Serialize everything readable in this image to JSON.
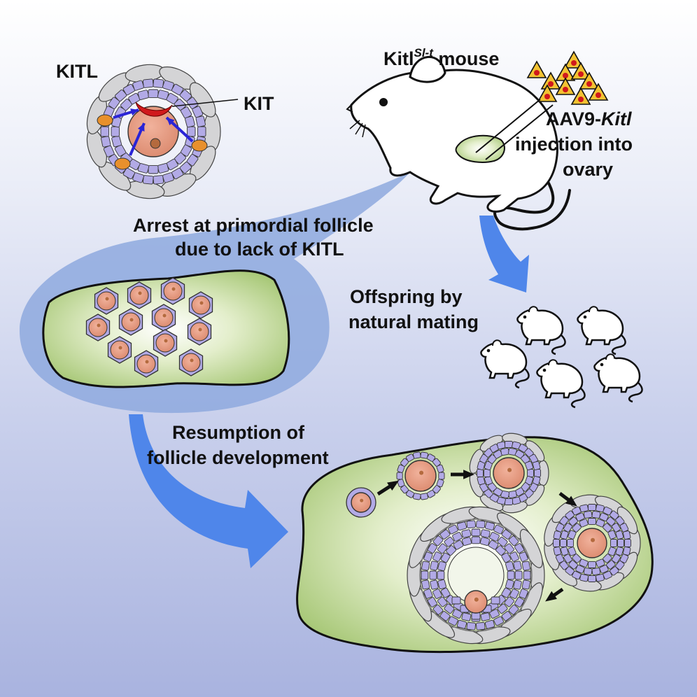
{
  "labels": {
    "kitl": "KITL",
    "kit": "KIT",
    "mouse_name": "Kitl",
    "mouse_superscript": "Sl-t",
    "mouse_suffix": " mouse",
    "aav_prefix": "AAV9-",
    "aav_gene": "Kitl",
    "injection_line": "injection into",
    "ovary": "ovary",
    "arrest_line1": "Arrest at primordial follicle",
    "arrest_line2": "due to lack of KITL",
    "offspring_line1": "Offspring by",
    "offspring_line2": "natural mating",
    "resumption_line1": "Resumption of",
    "resumption_line2": "follicle development"
  },
  "colors": {
    "ovary_green": "#c5dc98",
    "granulosa_purple": "#b2aae6",
    "oocyte_salmon": "#e3967c",
    "kitl_orange": "#e8902c",
    "kit_red": "#d0191c",
    "signal_arrow_blue": "#2a24d6",
    "flow_arrow_blue": "#4f86ea",
    "theca_gray": "#d4d4d6"
  }
}
